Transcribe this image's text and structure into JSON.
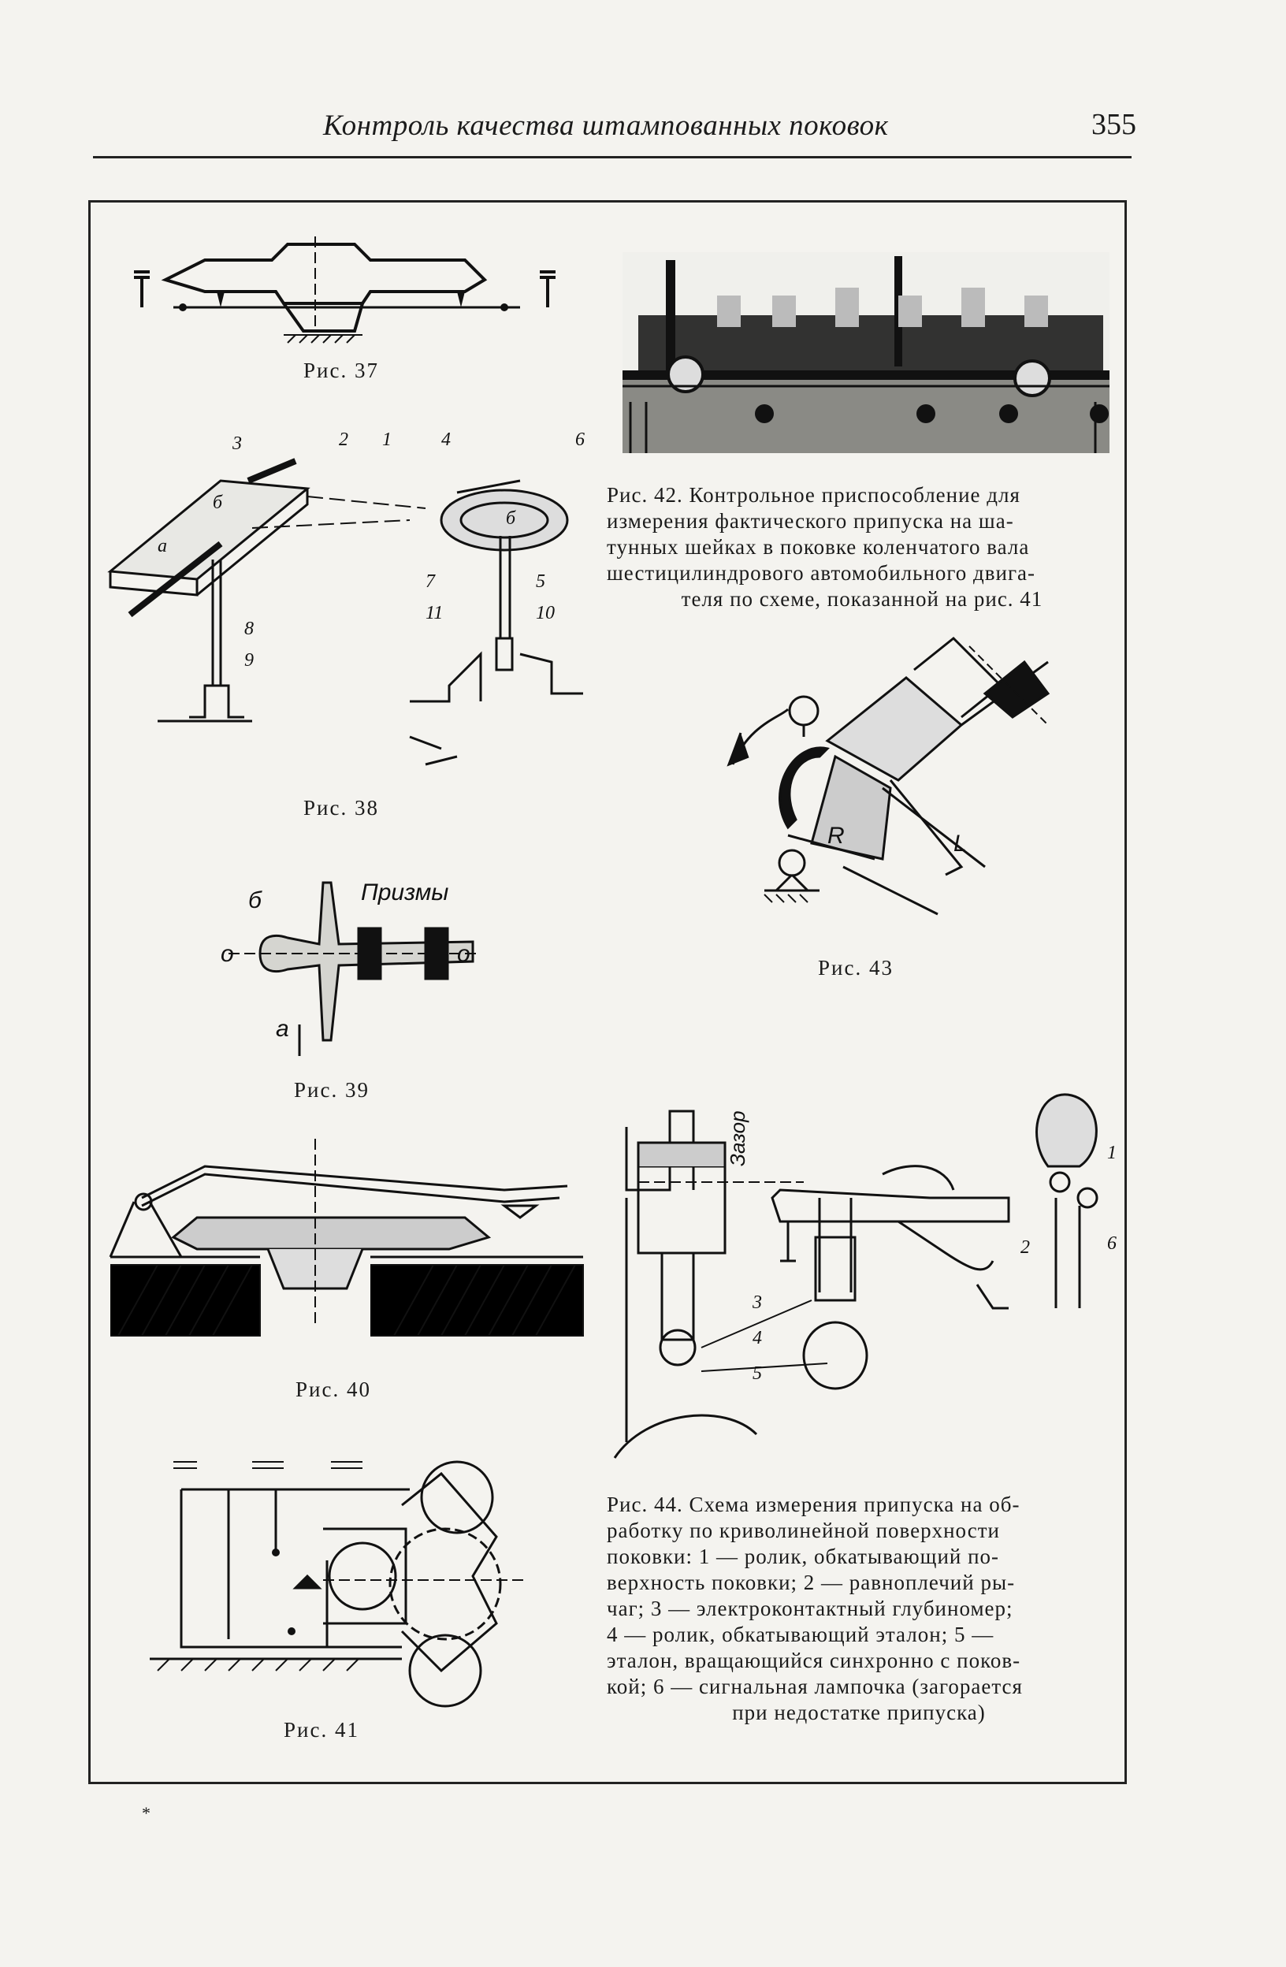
{
  "header": {
    "title": "Контроль качества штампованных поковок",
    "page_number": "355"
  },
  "figures": {
    "fig37": {
      "caption": "Рис. 37"
    },
    "fig38": {
      "caption": "Рис. 38",
      "labels": [
        "1",
        "2",
        "3",
        "4",
        "5",
        "6",
        "7",
        "8",
        "9",
        "10",
        "11",
        "б",
        "a",
        "б"
      ]
    },
    "fig39": {
      "caption": "Рис. 39",
      "label_prisms": "Призмы",
      "label_b": "б",
      "label_o1": "о",
      "label_o2": "о",
      "label_a": "а"
    },
    "fig40": {
      "caption": "Рис. 40"
    },
    "fig41": {
      "caption": "Рис. 41"
    },
    "fig42": {
      "caption_lines": [
        "Рис. 42. Контрольное приспособление для",
        "измерения фактического припуска на ша-",
        "тунных шейках в поковке коленчатого вала",
        "шестицилиндрового автомобильного двига-",
        "теля по схеме, показанной на рис. 41"
      ]
    },
    "fig43": {
      "caption": "Рис. 43",
      "label_R": "R",
      "label_L": "L"
    },
    "fig44": {
      "label_gap": "Зазор",
      "labels": [
        "1",
        "2",
        "3",
        "4",
        "5",
        "6"
      ],
      "caption_lines": [
        "Рис. 44. Схема измерения припуска на об-",
        "работку по криволинейной поверхности",
        "поковки: 1 — ролик, обкатывающий по-",
        "верхность поковки; 2 — равноплечий ры-",
        "чаг; 3 — электроконтактный глубиномер;",
        "4 — ролик, обкатывающий эталон; 5 —",
        "эталон, вращающийся синхронно с поков-",
        "кой; 6 — сигнальная лампочка (загорается",
        "при недостатке припуска)"
      ]
    }
  },
  "footer": {
    "mark": "*"
  }
}
